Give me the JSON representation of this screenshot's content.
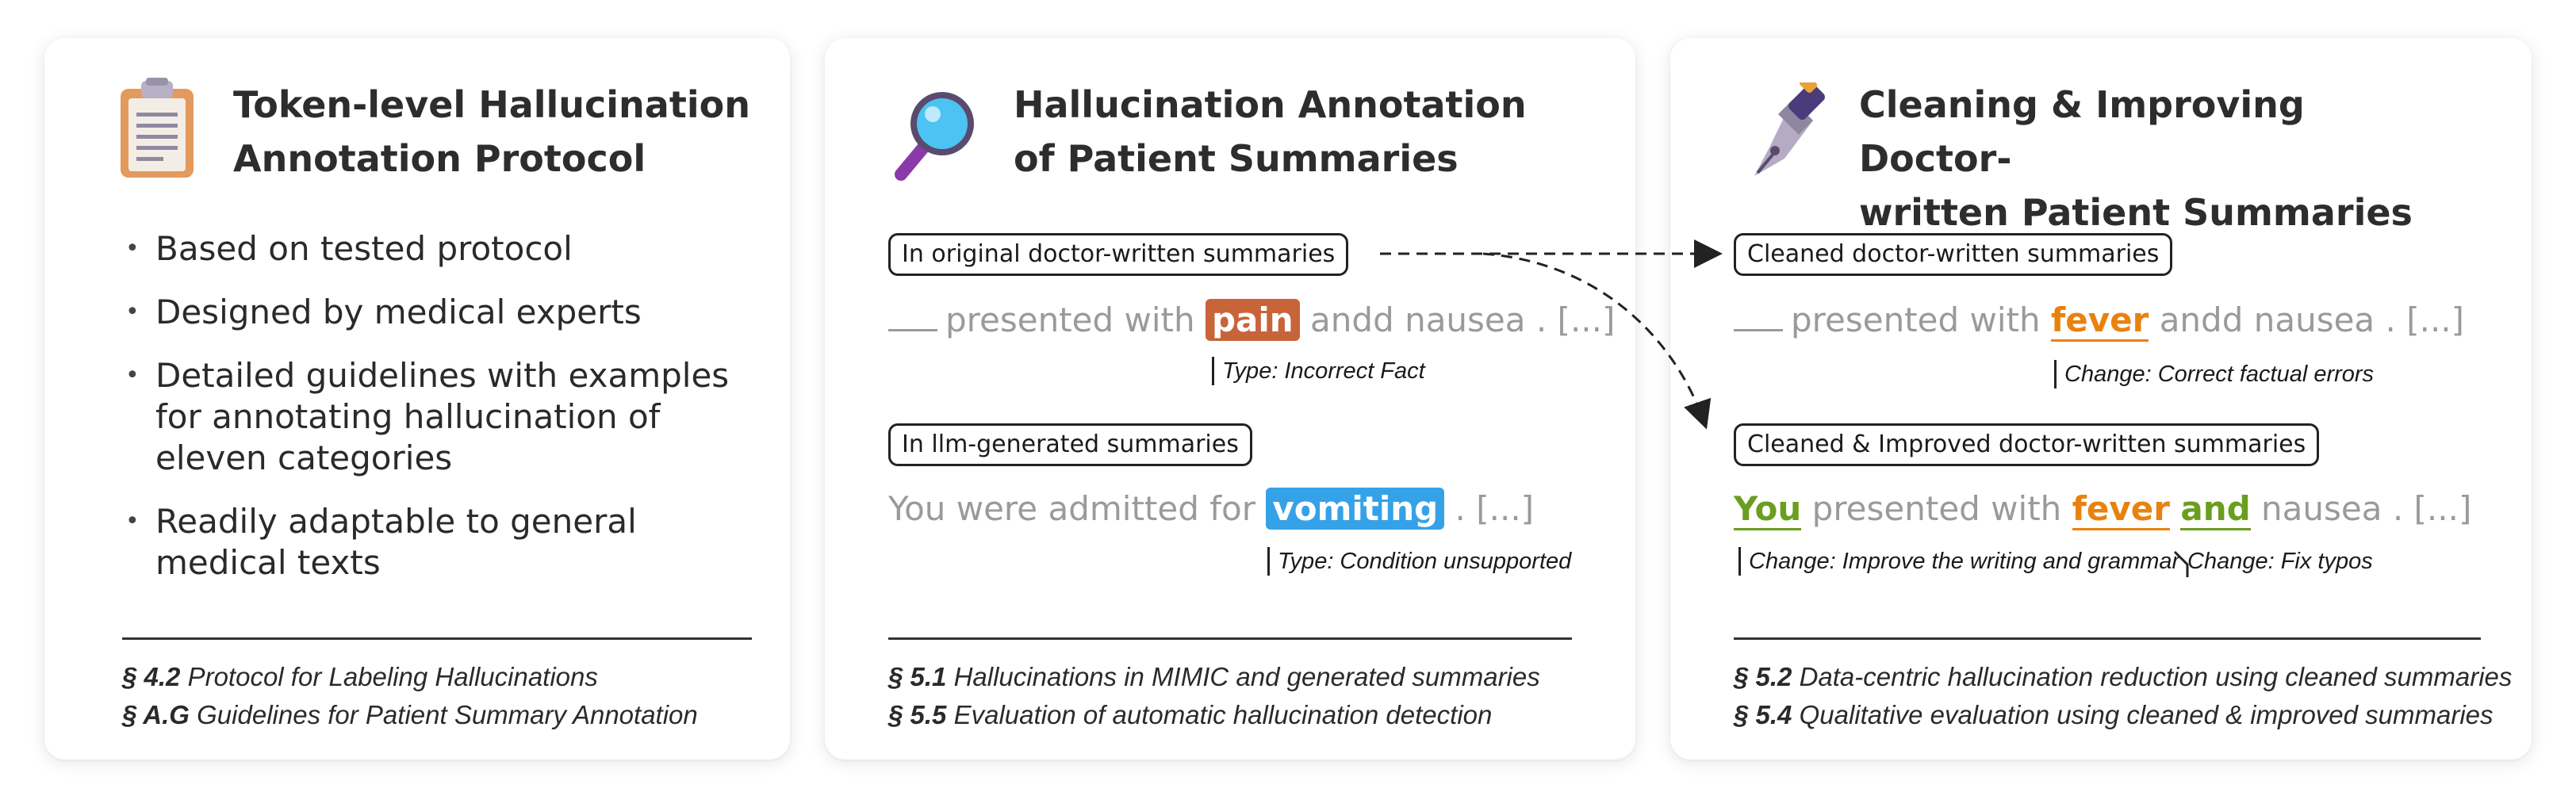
{
  "panels": [
    {
      "icon": "clipboard-icon",
      "title_line1": "Token-level Hallucination",
      "title_line2": "Annotation Protocol",
      "bullets": [
        "Based on tested protocol",
        "Designed by medical experts",
        "Detailed guidelines with examples for annotating hallucination of eleven categories",
        "Readily adaptable to general medical texts"
      ],
      "refs": [
        {
          "num": "§ 4.2",
          "text": "Protocol for Labeling Hallucinations"
        },
        {
          "num": "§ A.G",
          "text": "Guidelines for Patient Summary Annotation"
        }
      ]
    },
    {
      "icon": "magnifying-glass-icon",
      "title_line1": "Hallucination Annotation",
      "title_line2": "of Patient Summaries",
      "tag1": "In original doctor-written summaries",
      "sentence1": {
        "pre": "presented with",
        "hl": "pain",
        "post": "andd nausea . [...]"
      },
      "note1": "Type: Incorrect Fact",
      "tag2": "In llm-generated summaries",
      "sentence2": {
        "pre": "You were admitted for",
        "hl": "vomiting",
        "post": ". [...]"
      },
      "note2": "Type: Condition unsupported",
      "refs": [
        {
          "num": "§ 5.1",
          "text": "Hallucinations in MIMIC and generated summaries"
        },
        {
          "num": "§ 5.5",
          "text": "Evaluation of automatic hallucination detection"
        }
      ]
    },
    {
      "icon": "fountain-pen-icon",
      "title_line1": "Cleaning & Improving Doctor-",
      "title_line2": "written Patient Summaries",
      "tag1": "Cleaned doctor-written summaries",
      "sentence1": {
        "pre": "presented with",
        "hl": "fever",
        "post": "andd nausea . [...]"
      },
      "note1": "Change: Correct factual errors",
      "tag2": "Cleaned & Improved doctor-written summaries",
      "sentence2": {
        "w1": "You",
        "mid": "presented with",
        "w2": "fever",
        "w3": "and",
        "post": "nausea . [...]"
      },
      "note2a": "Change: Improve the writing and grammar",
      "note2b": "Change: Fix typos",
      "refs": [
        {
          "num": "§ 5.2",
          "text": "Data-centric hallucination reduction using cleaned summaries"
        },
        {
          "num": "§ 5.4",
          "text": "Qualitative evaluation using cleaned & improved summaries"
        }
      ]
    }
  ],
  "colors": {
    "pain_bg": "#c8643a",
    "vomiting_bg": "#35a2e8",
    "fix_orange": "#e8820e",
    "improve_green": "#6a9e1f",
    "muted_text": "#9a9a9a"
  }
}
